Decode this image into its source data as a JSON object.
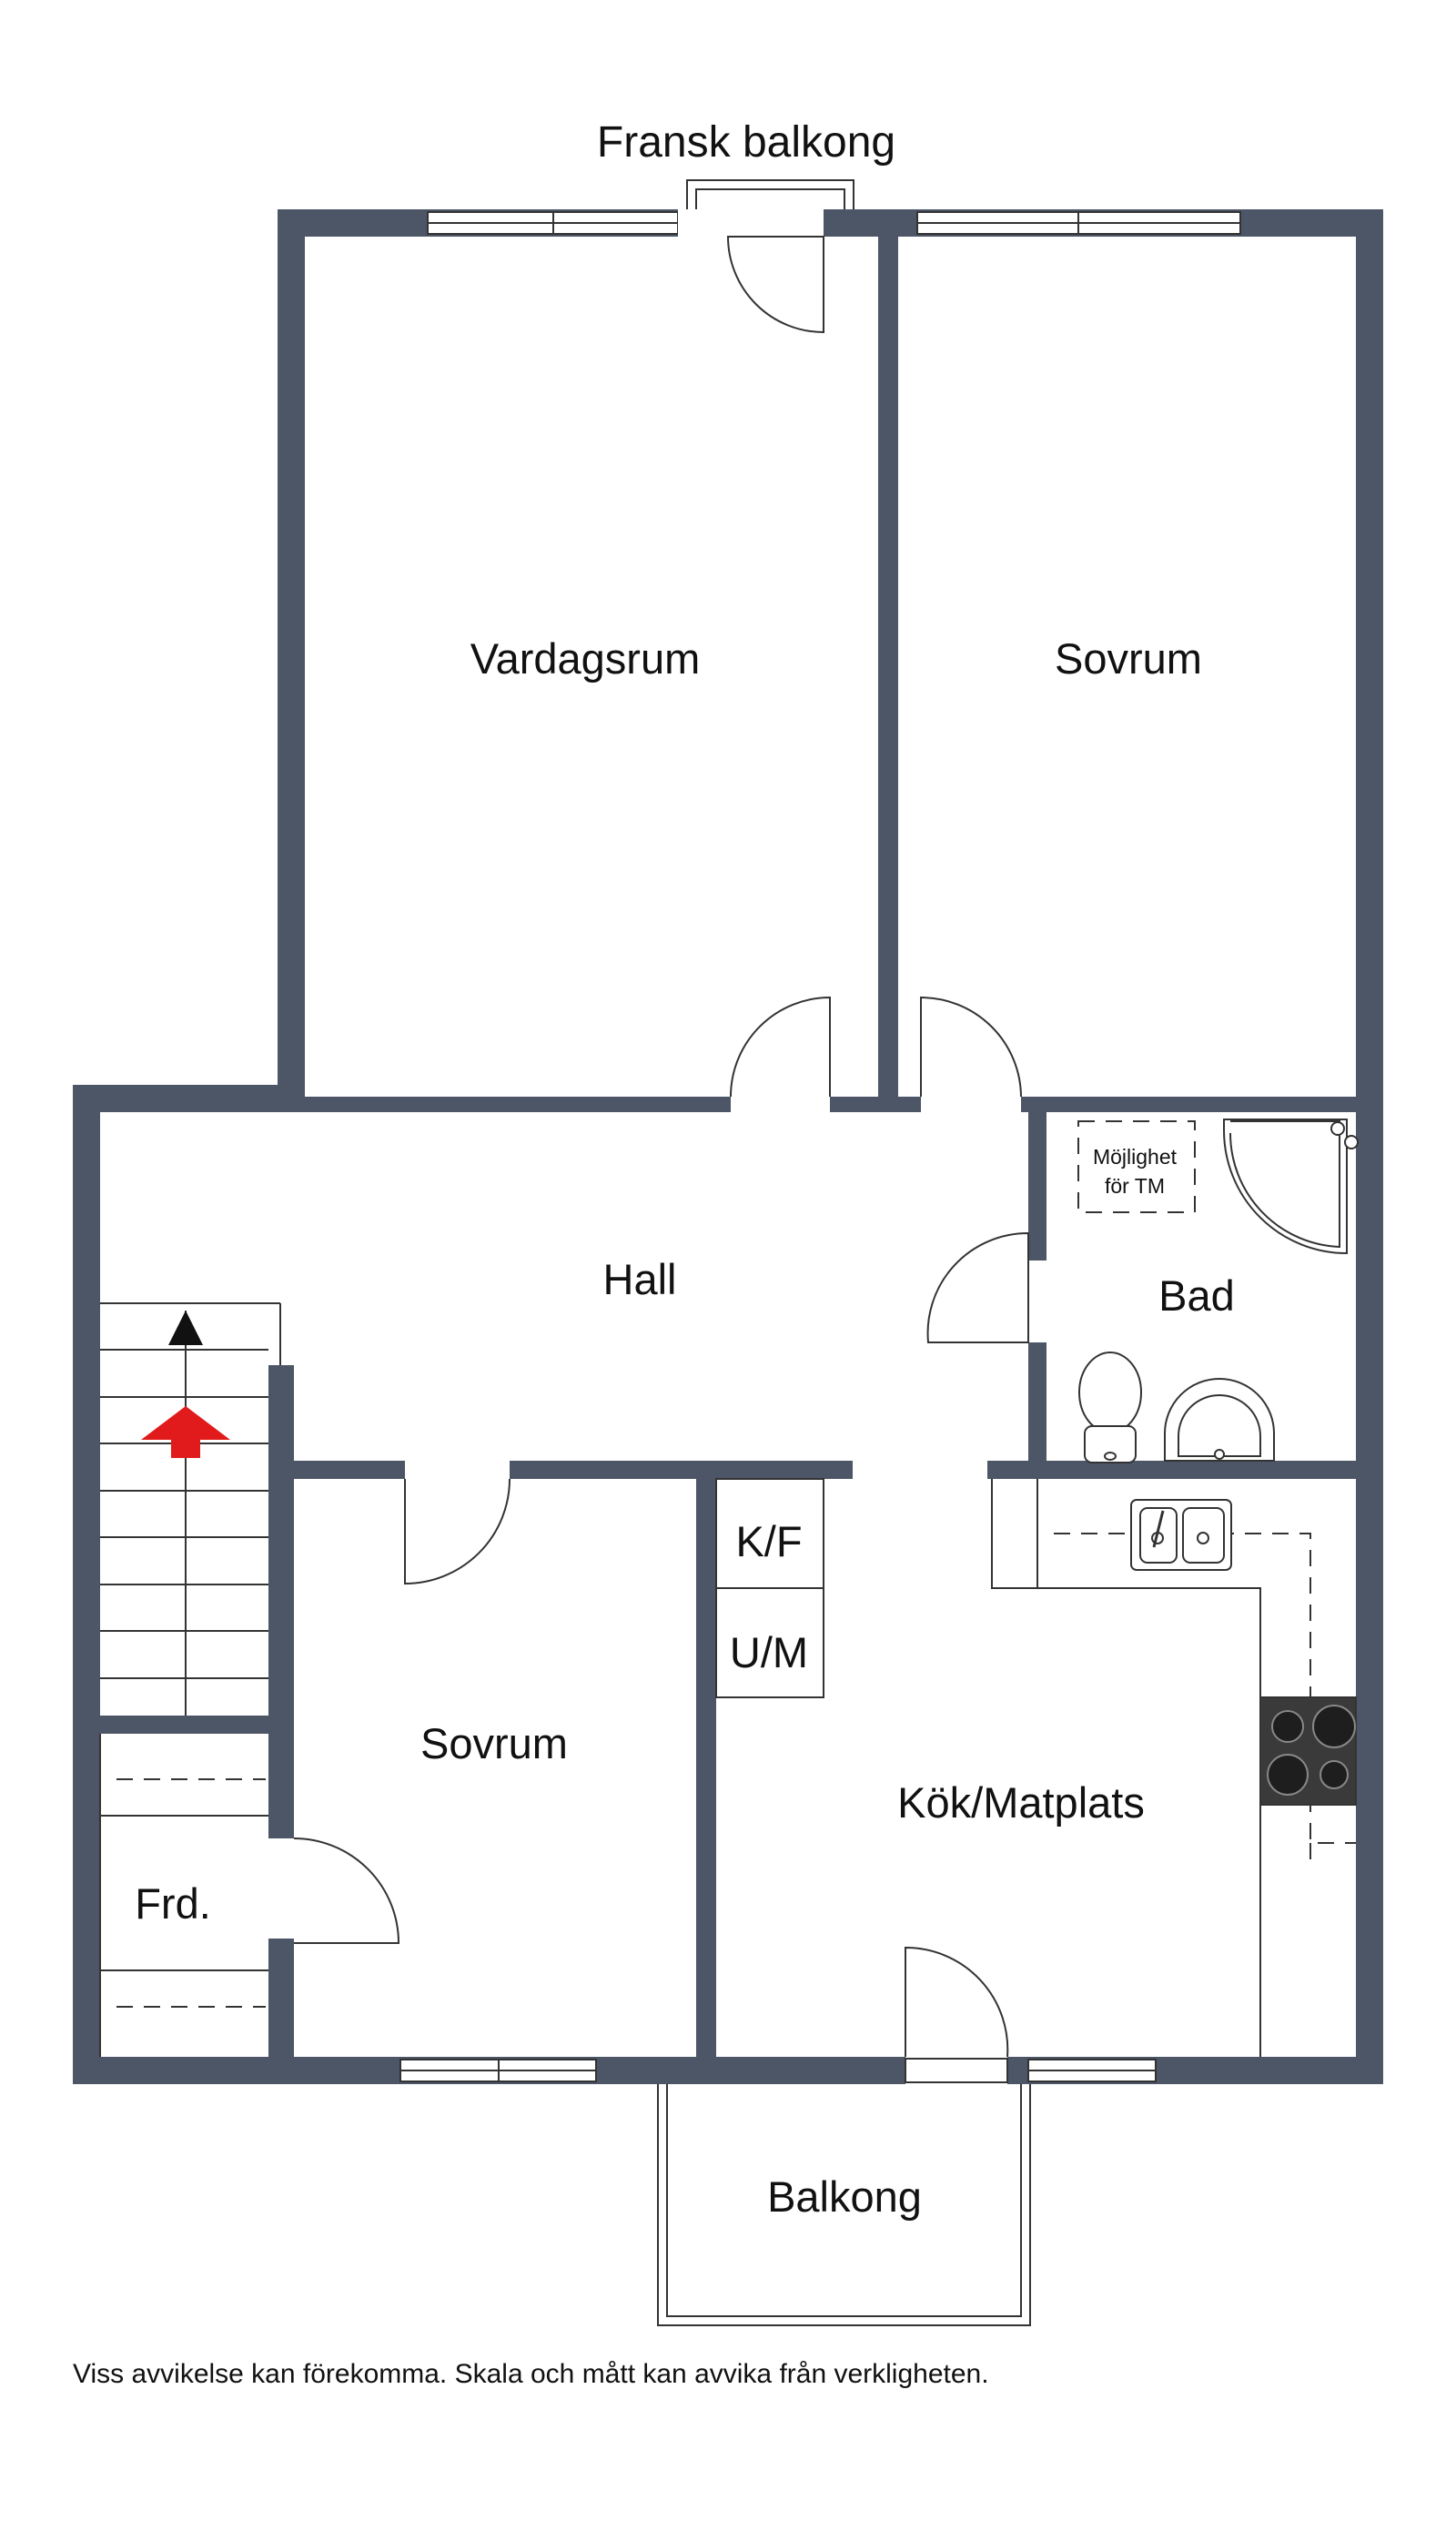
{
  "colors": {
    "wall": "#4d5666",
    "background": "#ffffff",
    "line": "#333333",
    "arrow_red": "#e11b1b",
    "arrow_black": "#111111",
    "stove": "#3a3a3a"
  },
  "labels": {
    "fransk_balkong": "Fransk balkong",
    "vardagsrum": "Vardagsrum",
    "sovrum_top": "Sovrum",
    "hall": "Hall",
    "bad": "Bad",
    "mojlighet_line1": "Möjlighet",
    "mojlighet_line2": "för TM",
    "kf": "K/F",
    "um": "U/M",
    "sovrum_bottom": "Sovrum",
    "kok": "Kök/Matplats",
    "frd": "Frd.",
    "balkong": "Balkong"
  },
  "disclaimer": "Viss avvikelse kan förekomma. Skala och mått kan avvika från verkligheten.",
  "icons": [
    "door-swing-icon",
    "window-icon",
    "stair-arrow-icon",
    "toilet-icon",
    "washbasin-icon",
    "shower-icon",
    "sink-icon",
    "stove-icon"
  ]
}
